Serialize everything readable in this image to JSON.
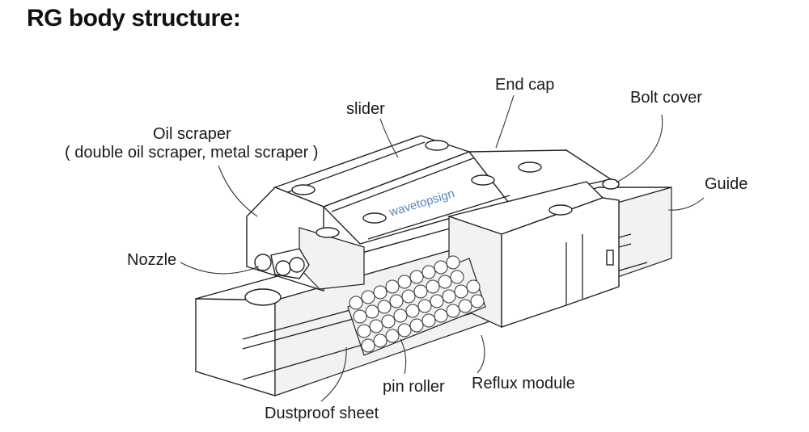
{
  "title": "RG body structure:",
  "watermark": "wavetopsign",
  "labels": {
    "slider": "slider",
    "end_cap": "End cap",
    "bolt_cover": "Bolt cover",
    "oil_scraper": "Oil scraper",
    "oil_scraper_detail": "( double oil scraper, metal scraper )",
    "guide": "Guide",
    "nozzle": "Nozzle",
    "pin_roller": "pin roller",
    "reflux_module": "Reflux module",
    "dustproof_sheet": "Dustproof sheet"
  }
}
